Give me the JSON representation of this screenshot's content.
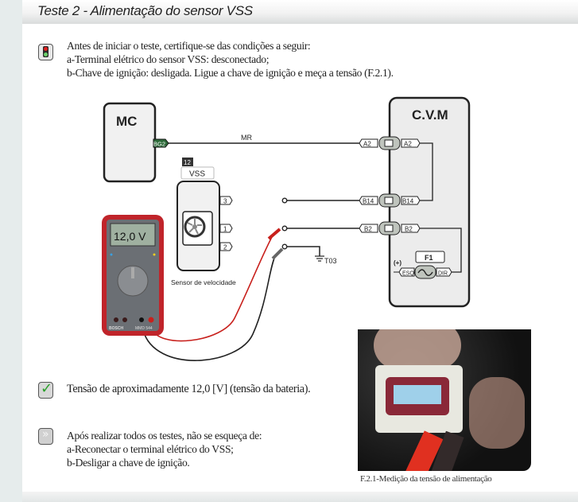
{
  "title": "Teste 2 - Alimentação do sensor VSS",
  "precheck": {
    "icon": "traffic-light-icon",
    "lines": [
      "Antes de iniciar o teste, certifique-se das condições a seguir:",
      "a-Terminal elétrico do sensor VSS: desconectado;",
      "b-Chave de ignição: desligada. Ligue a chave de ignição e meça a tensão (F.2.1)."
    ]
  },
  "diagram": {
    "mc_label": "MC",
    "mc_pin": "BG2",
    "wire_label": "MR",
    "cvm_label": "C.V.M",
    "conn_a2": "A2",
    "conn_b14": "B14",
    "conn_b2": "B2",
    "fuse_label": "F1",
    "fuse_left": "ESQ",
    "fuse_right": "DIR",
    "plus_label": "(+)",
    "vss_tag": "12",
    "vss_label": "VSS",
    "pins": [
      "3",
      "1",
      "2"
    ],
    "ground_label": "T03",
    "sensor_caption": "Sensor de velocidade",
    "meter_reading": "12,0 V",
    "meter_brand": "BOSCH",
    "meter_model": "MMD 544"
  },
  "result": {
    "icon": "check-icon",
    "text": "Tensão de aproximadamente 12,0 [V] (tensão da bateria)."
  },
  "after": {
    "icon": "reminder-icon",
    "lines": [
      "Após realizar todos os testes, não se esqueça de:",
      "a-Reconectar o terminal elétrico do VSS;",
      "b-Desligar a chave de ignição."
    ]
  },
  "photo_caption": "F.2.1-Medição da tensão de alimentação",
  "colors": {
    "wire_red": "#c8201c",
    "connector_green": "#2e6b3a",
    "meter_red": "#c0242a"
  }
}
